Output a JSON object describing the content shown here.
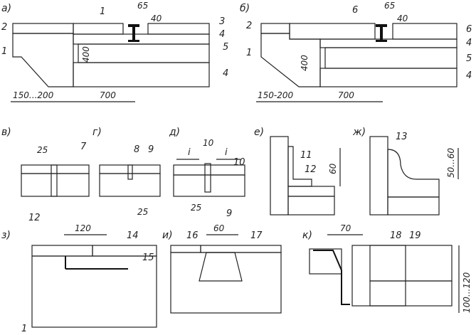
{
  "panels": {
    "a": {
      "caption": "а)",
      "labels": [
        "1",
        "2",
        "3",
        "4",
        "5",
        "4",
        "1"
      ],
      "dims": [
        "65",
        "40",
        "400",
        "150...200",
        "700"
      ]
    },
    "b": {
      "caption": "б)",
      "labels": [
        "6",
        "2",
        "6",
        "4",
        "5",
        "4",
        "1"
      ],
      "dims": [
        "65",
        "40",
        "400",
        "150-200",
        "700"
      ]
    },
    "v": {
      "caption": "в)",
      "labels": [
        "7",
        "12"
      ],
      "dims": [
        "25"
      ]
    },
    "g": {
      "caption": "г)",
      "labels": [
        "8",
        "9"
      ],
      "dims": [
        "25"
      ]
    },
    "d": {
      "caption": "д)",
      "labels": [
        "10",
        "10",
        "9",
        "i",
        "i"
      ],
      "dims": [
        "10",
        "25"
      ]
    },
    "e": {
      "caption": "е)",
      "labels": [
        "11",
        "12"
      ],
      "dims": [
        "60"
      ]
    },
    "zh": {
      "caption": "ж)",
      "labels": [
        "13"
      ],
      "dims": [
        "50...60"
      ]
    },
    "z": {
      "caption": "з)",
      "labels": [
        "14",
        "15",
        "1"
      ],
      "dims": [
        "120"
      ]
    },
    "i": {
      "caption": "и)",
      "labels": [
        "16",
        "17"
      ],
      "dims": [
        "60"
      ]
    },
    "k": {
      "caption": "к)",
      "labels": [
        "18",
        "19"
      ],
      "dims": [
        "70",
        "100...120"
      ]
    }
  },
  "colors": {
    "ink": "#222222",
    "paper": "#ffffff"
  }
}
